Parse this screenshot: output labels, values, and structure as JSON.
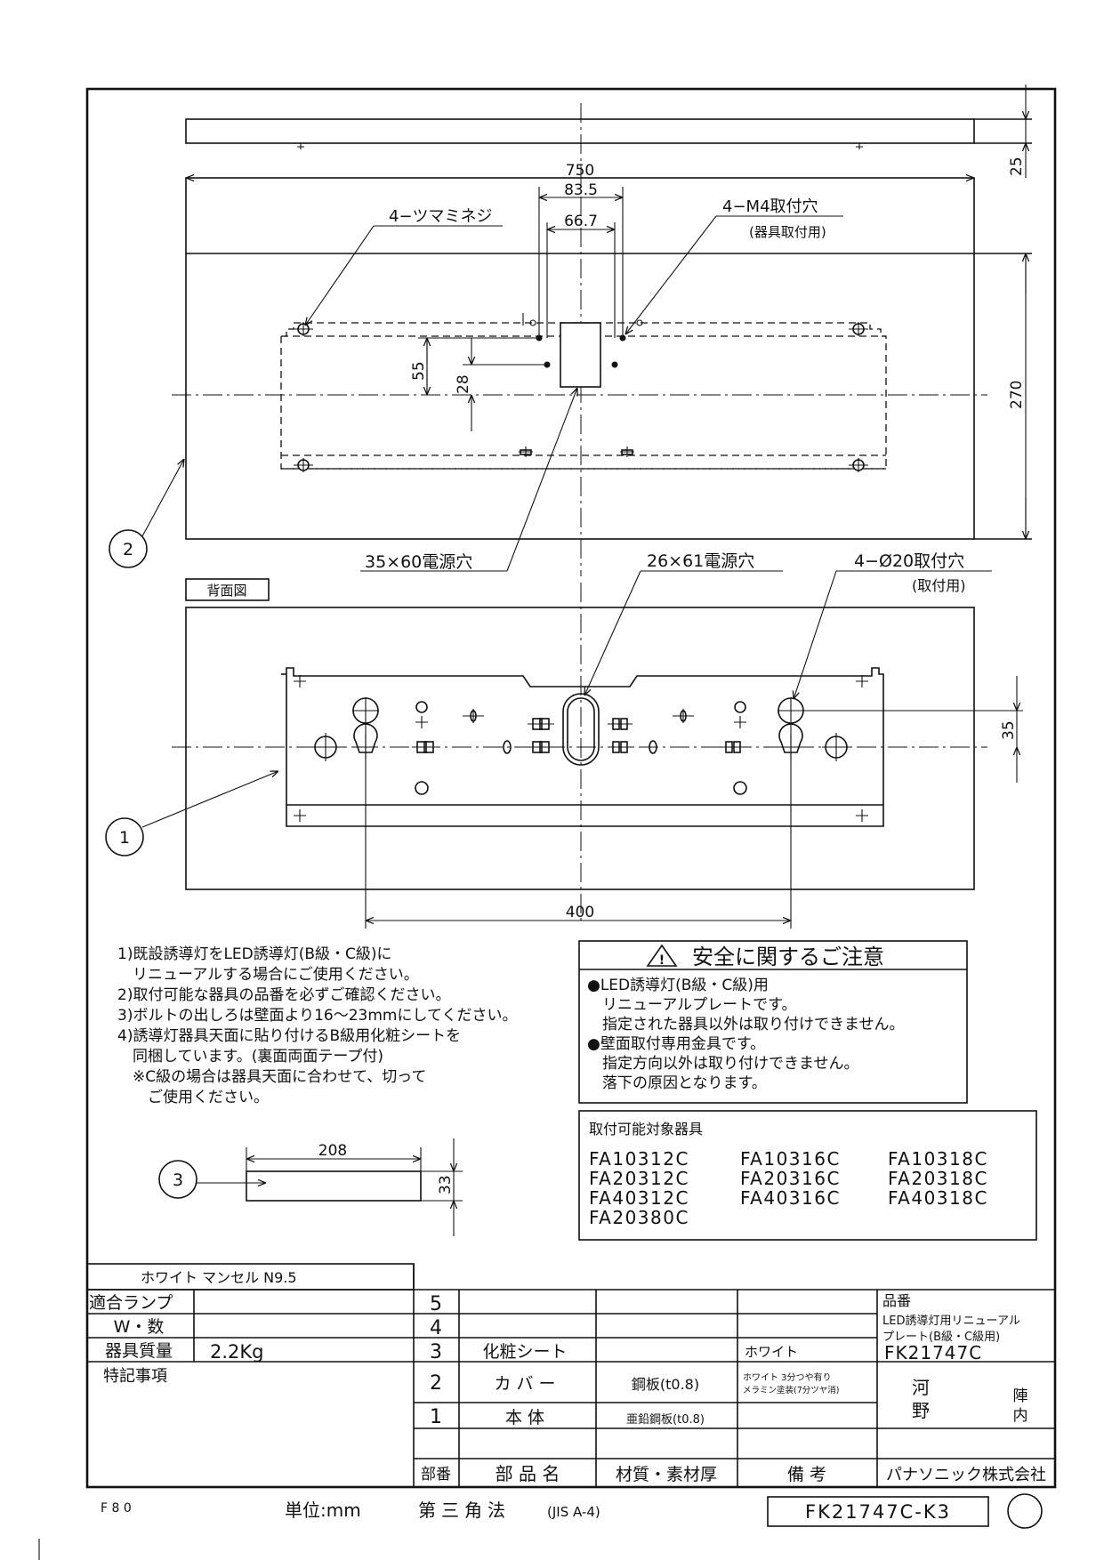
{
  "views": {
    "top": {
      "width_dim": "750",
      "dim_83": "83.5",
      "dim_66": "66.7",
      "height_dim": "270",
      "thickness_dim": "25",
      "dim_55": "55",
      "dim_28": "28",
      "label_knob": "4−ツマミネジ",
      "label_m4": "4−M4取付穴",
      "label_m4_sub": "(器具取付用)",
      "label_power_hole": "35×60電源穴",
      "balloon": "2"
    },
    "back": {
      "title": "背面図",
      "label_power_hole": "26×61電源穴",
      "label_mount_hole": "4−Ø20取付穴",
      "label_mount_sub": "(取付用)",
      "dim_400": "400",
      "dim_35": "35",
      "balloon": "1"
    },
    "sheet": {
      "width_dim": "208",
      "height_dim": "33",
      "balloon": "3"
    }
  },
  "notes": [
    "1)既設誘導灯をLED誘導灯(B級・C級)に",
    "　リニューアルする場合にご使用ください。",
    "2)取付可能な器具の品番を必ずご確認ください。",
    "3)ボルトの出しろは壁面より16〜23mmにしてください。",
    "4)誘導灯器具天面に貼り付けるB級用化粧シートを",
    "　同梱しています。(裏面両面テープ付)",
    "　※C級の場合は器具天面に合わせて、切って",
    "　　ご使用ください。"
  ],
  "safety": {
    "title": "安全に関するご注意",
    "lines": [
      "●LED誘導灯(B級・C級)用",
      "　リニューアルプレートです。",
      "　指定された器具以外は取り付けできません。",
      "●壁面取付専用金具です。",
      "　指定方向以外は取り付けできません。",
      "　落下の原因となります。"
    ]
  },
  "compatible": {
    "title": "取付可能対象器具",
    "models": [
      [
        "FA10312C",
        "FA10316C",
        "FA10318C"
      ],
      [
        "FA20312C",
        "FA20316C",
        "FA20318C"
      ],
      [
        "FA40312C",
        "FA40316C",
        "FA40318C"
      ],
      [
        "FA20380C",
        "",
        ""
      ]
    ]
  },
  "title_block": {
    "color": "ホワイト マンセル N9.5",
    "lamp_label": "適合ランプ",
    "watt_label": "W・数",
    "mass_label": "器具質量",
    "mass_value": "2.2Kg",
    "special_label": "特記事項",
    "parts": [
      {
        "no": "5",
        "name": "",
        "material": "",
        "note": ""
      },
      {
        "no": "4",
        "name": "",
        "material": "",
        "note": ""
      },
      {
        "no": "3",
        "name": "化粧シート",
        "material": "",
        "note": "ホワイト"
      },
      {
        "no": "2",
        "name": "カ バ ー",
        "material": "鋼板(t0.8)",
        "note": "ホワイト 3分つや有り"
      },
      {
        "no": "1",
        "name": "本 体",
        "material": "亜鉛鋼板(t0.8)",
        "note": ""
      }
    ],
    "note_extra": "メラミン塗装(7分ツヤ消)",
    "header_no": "部番",
    "header_name": "部 品 名",
    "header_material": "材質・素材厚",
    "header_note": "備 考",
    "hinban_label": "品番",
    "product_name_1": "LED誘導灯用リニューアル",
    "product_name_2": "プレート(B級・C級用)",
    "product_code": "FK21747C",
    "seal_1": "河",
    "seal_2": "野",
    "seal_3": "陣",
    "seal_4": "内",
    "company": "パナソニック株式会社"
  },
  "footer": {
    "code": "F 8 0",
    "unit": "単位:mm",
    "projection": "第三角法",
    "size": "(JIS A-4)",
    "drawing_no": "FK21747C-K3"
  }
}
